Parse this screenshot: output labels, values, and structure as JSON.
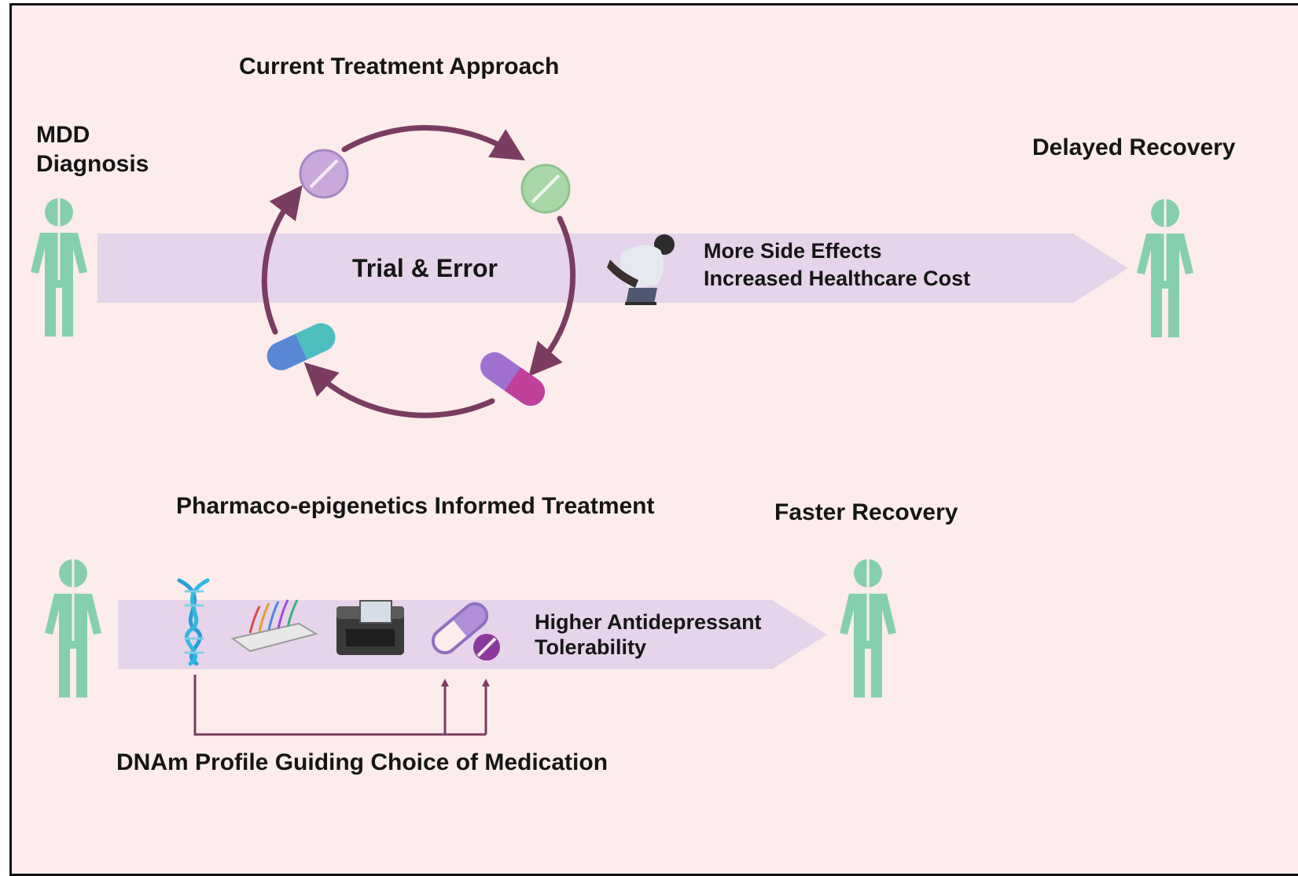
{
  "figure": {
    "top_section": {
      "title": "Current Treatment Approach",
      "start_label": [
        "MDD",
        "Diagnosis"
      ],
      "cycle_label": "Trial & Error",
      "effects": [
        "More Side Effects",
        "Increased Healthcare Cost"
      ],
      "end_label": "Delayed Recovery"
    },
    "bottom_section": {
      "title": "Pharmaco-epigenetics Informed Treatment",
      "end_label": "Faster Recovery",
      "outcome": [
        "Higher Antidepressant",
        "Tolerability"
      ],
      "footer_label": "DNAm Profile Guiding Choice of Medication"
    }
  },
  "colors": {
    "background": "#fcecec",
    "arrow_band": "#e6d4ea",
    "cycle_arrow": "#7a3c60",
    "person": "#86cfae",
    "connector": "#7a3c60",
    "text": "#151515"
  },
  "icons": [
    "person-icon",
    "pill-purple-icon",
    "pill-green-icon",
    "capsule-blue-icon",
    "capsule-magenta-icon",
    "sick-person-icon",
    "dna-icon",
    "microarray-icon",
    "sequencer-icon",
    "medication-icon"
  ]
}
